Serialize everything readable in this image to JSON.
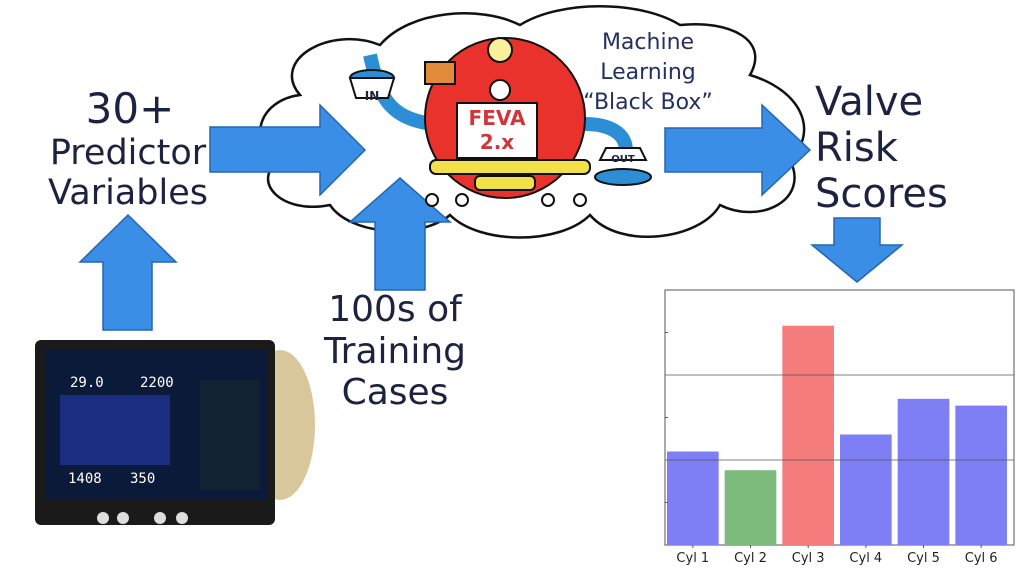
{
  "left_label": {
    "line1": "30+",
    "line2": "Predictor",
    "line3": "Variables"
  },
  "bottom_label": {
    "line1": "100s of",
    "line2": "Training",
    "line3": "Cases"
  },
  "right_label": {
    "line1": "Valve",
    "line2": "Risk",
    "line3": "Scores"
  },
  "cloud_label": {
    "line1": "Machine",
    "line2": "Learning",
    "line3": "“Black Box”"
  },
  "machine": {
    "name_line1": "FEVA",
    "name_line2": "2.x",
    "in_label": "IN",
    "out_label": "OUT"
  },
  "device_readouts": [
    "29.0",
    "2200",
    "1408",
    "350"
  ],
  "colors": {
    "arrow": "#3a8ee6",
    "machine_body": "#e8322b",
    "bar_normal": "#7f7ff5",
    "bar_low": "#7dbb7d",
    "bar_high": "#f47c7c"
  },
  "chart_data": {
    "type": "bar",
    "title": "",
    "xlabel": "",
    "ylabel": "",
    "categories": [
      "Cyl 1",
      "Cyl 2",
      "Cyl 3",
      "Cyl 4",
      "Cyl 5",
      "Cyl 6"
    ],
    "values": [
      0.55,
      0.44,
      1.29,
      0.65,
      0.86,
      0.82
    ],
    "bar_colors": [
      "#7f7ff5",
      "#7dbb7d",
      "#f47c7c",
      "#7f7ff5",
      "#7f7ff5",
      "#7f7ff5"
    ],
    "ylim": [
      0,
      1.5
    ],
    "gridlines": [
      0.5,
      1.0
    ],
    "yticks": [
      0.25,
      0.75,
      1.25
    ],
    "grid": true
  }
}
